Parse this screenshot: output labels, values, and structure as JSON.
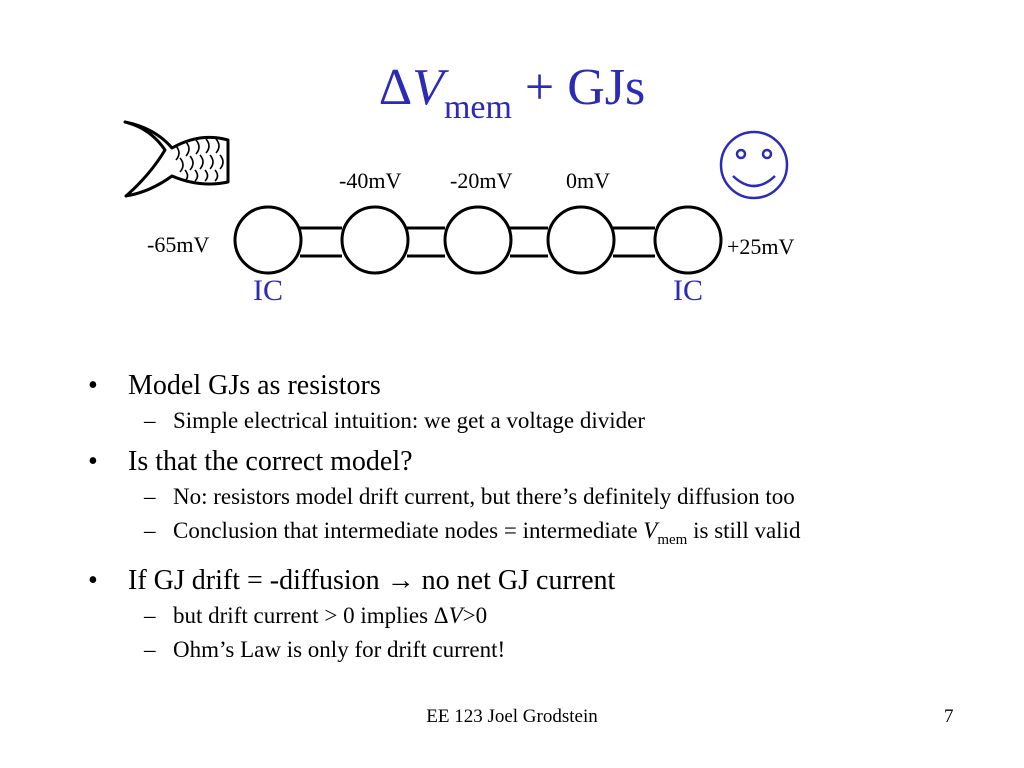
{
  "slide": {
    "title_delta": "Δ",
    "title_v": "V",
    "title_sub": "mem",
    "title_rest": " + GJs"
  },
  "diagram": {
    "voltages_top": [
      "-40mV",
      "-20mV",
      "0mV"
    ],
    "left_voltage": "-65mV",
    "right_voltage": "+25mV",
    "left_cell_label": "IC",
    "right_cell_label": "IC",
    "icons": [
      "fish-tail-icon",
      "smiley-face-icon"
    ],
    "label_color": "#2b2bb8",
    "stroke_color": "#000000"
  },
  "bullets": [
    {
      "text": "Model GJs as resistors",
      "subs": [
        "Simple electrical intuition: we get a voltage divider"
      ]
    },
    {
      "text": "Is that the correct model?",
      "subs": [
        "No: resistors model drift current, but there’s definitely diffusion too",
        {
          "pre": "Conclusion that intermediate nodes = intermediate ",
          "var": "V",
          "sub": "mem",
          "post": " is still valid"
        }
      ]
    },
    {
      "text": "If GJ drift = -diffusion → no net GJ current",
      "subs": [
        {
          "pre": "but drift current > 0 implies Δ",
          "var": "V",
          "post": ">0"
        },
        "Ohm’s Law is only for drift current!"
      ]
    }
  ],
  "footer": {
    "center": "EE 123 Joel Grodstein",
    "page": "7"
  }
}
